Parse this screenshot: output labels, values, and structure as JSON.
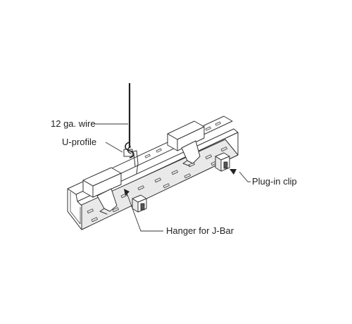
{
  "labels": {
    "wire": "12 ga. wire",
    "uprofile": "U-profile",
    "plugin": "Plug-in clip",
    "hanger": "Hanger for J-Bar"
  },
  "colors": {
    "line": "#333333",
    "text": "#222222",
    "background": "#ffffff"
  }
}
